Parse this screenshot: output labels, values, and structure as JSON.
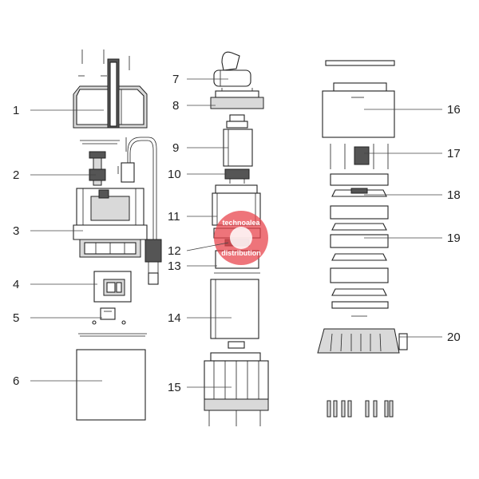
{
  "labels": [
    "1",
    "2",
    "3",
    "4",
    "5",
    "6",
    "7",
    "8",
    "9",
    "10",
    "11",
    "12",
    "13",
    "14",
    "15",
    "16",
    "17",
    "18",
    "19",
    "20"
  ],
  "watermark": {
    "line1": "technoalea",
    "line2": "distribution",
    "color": "#e8464e"
  },
  "colors": {
    "line": "#222222",
    "shade": "#d9d9d9"
  }
}
